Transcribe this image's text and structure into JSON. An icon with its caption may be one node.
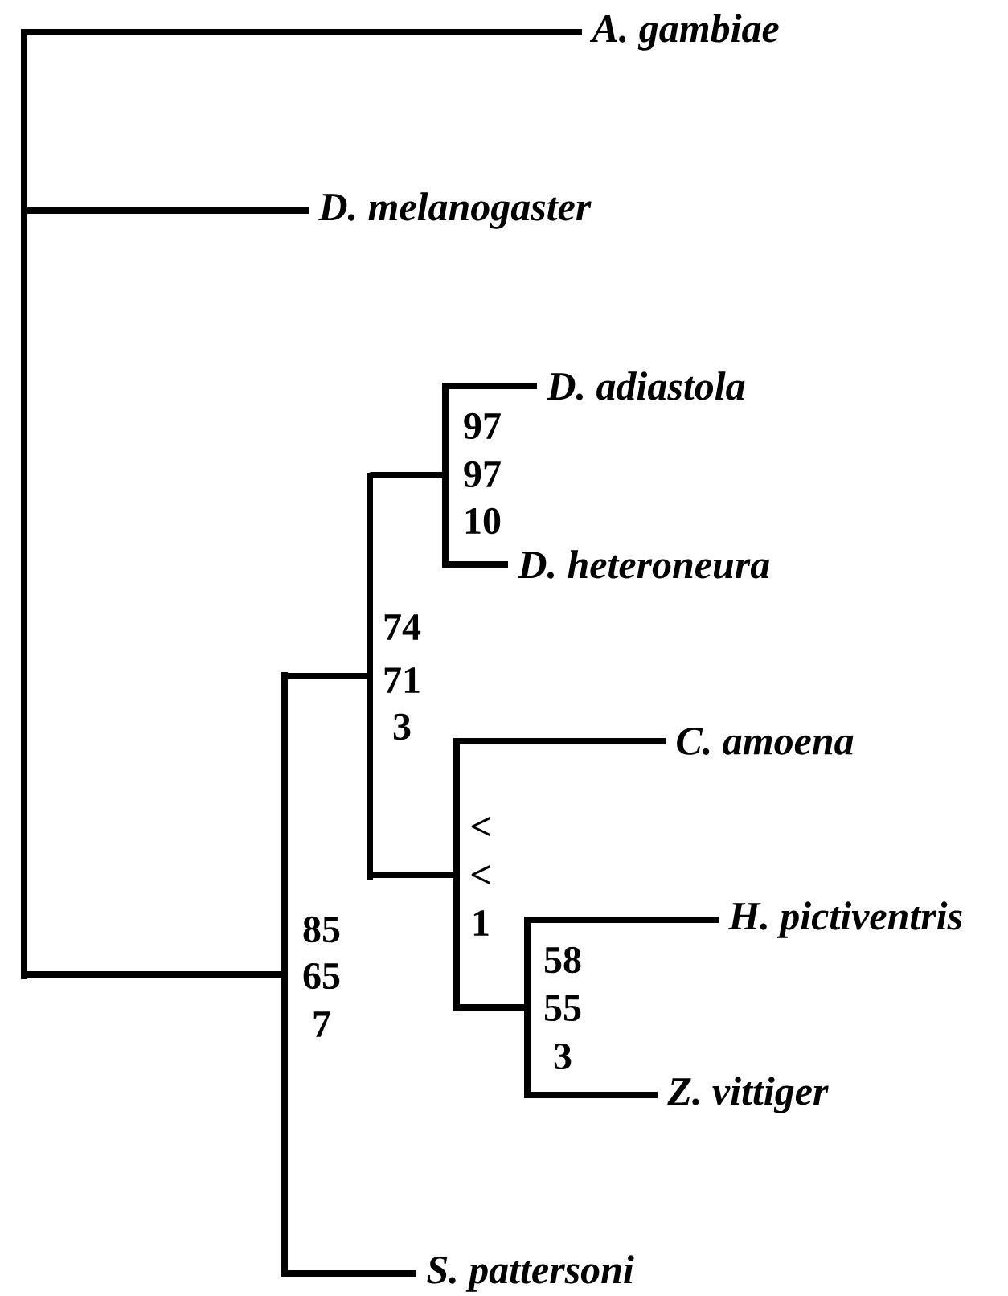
{
  "diagram": {
    "nodes": [
      {
        "text": [],
        "shape": "bar"
      },
      {
        "text": [
          "A. gambiae"
        ]
      },
      {
        "text": [
          "D. melanogaster"
        ]
      },
      {
        "text": [],
        "shape": "bar",
        "beside": [
          "85",
          "65",
          "7"
        ]
      },
      {
        "text": [],
        "shape": "bar",
        "beside": [
          "74",
          "71",
          "3"
        ]
      },
      {
        "text": [],
        "shape": "bar",
        "beside": [
          "97",
          "97",
          "10"
        ]
      },
      {
        "text": [
          "D. adiastola"
        ]
      },
      {
        "text": [
          "D. heteroneura"
        ]
      },
      {
        "text": [],
        "shape": "bar",
        "beside": [
          "<",
          "<",
          "1"
        ]
      },
      {
        "text": [
          "C. amoena"
        ]
      },
      {
        "text": [],
        "shape": "bar",
        "beside": [
          "58",
          "55",
          "3"
        ]
      },
      {
        "text": [
          "H. pictiventris"
        ]
      },
      {
        "text": [
          "Z. vittiger"
        ]
      },
      {
        "text": [
          "S. pattersoni"
        ]
      }
    ],
    "edges": [
      {
        "from": 0,
        "to": 1,
        "arrow": "none"
      },
      {
        "from": 0,
        "to": 2,
        "arrow": "none"
      },
      {
        "from": 0,
        "to": 3,
        "arrow": "none"
      },
      {
        "from": 3,
        "to": 4,
        "arrow": "none"
      },
      {
        "from": 3,
        "to": 13,
        "arrow": "none"
      },
      {
        "from": 4,
        "to": 5,
        "arrow": "none"
      },
      {
        "from": 4,
        "to": 8,
        "arrow": "none"
      },
      {
        "from": 5,
        "to": 6,
        "arrow": "none"
      },
      {
        "from": 5,
        "to": 7,
        "arrow": "none"
      },
      {
        "from": 8,
        "to": 9,
        "arrow": "none"
      },
      {
        "from": 8,
        "to": 10,
        "arrow": "none"
      },
      {
        "from": 10,
        "to": 11,
        "arrow": "none"
      },
      {
        "from": 10,
        "to": 12,
        "arrow": "none"
      }
    ]
  }
}
